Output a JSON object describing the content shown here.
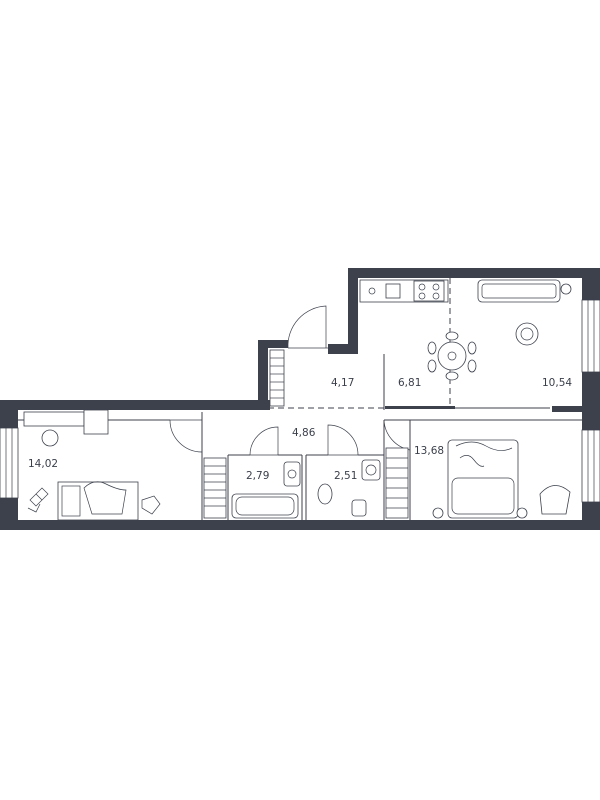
{
  "colors": {
    "wall": "#3c414c",
    "background": "#ffffff",
    "text": "#3a3f4a"
  },
  "rooms": {
    "hall_small": {
      "area": "4,17"
    },
    "kitchen": {
      "area": "6,81"
    },
    "living": {
      "area": "10,54"
    },
    "corridor": {
      "area": "4,86"
    },
    "bedroom_left": {
      "area": "14,02"
    },
    "bathroom": {
      "area": "2,79"
    },
    "toilet": {
      "area": "2,51"
    },
    "bedroom_right": {
      "area": "13,68"
    }
  }
}
